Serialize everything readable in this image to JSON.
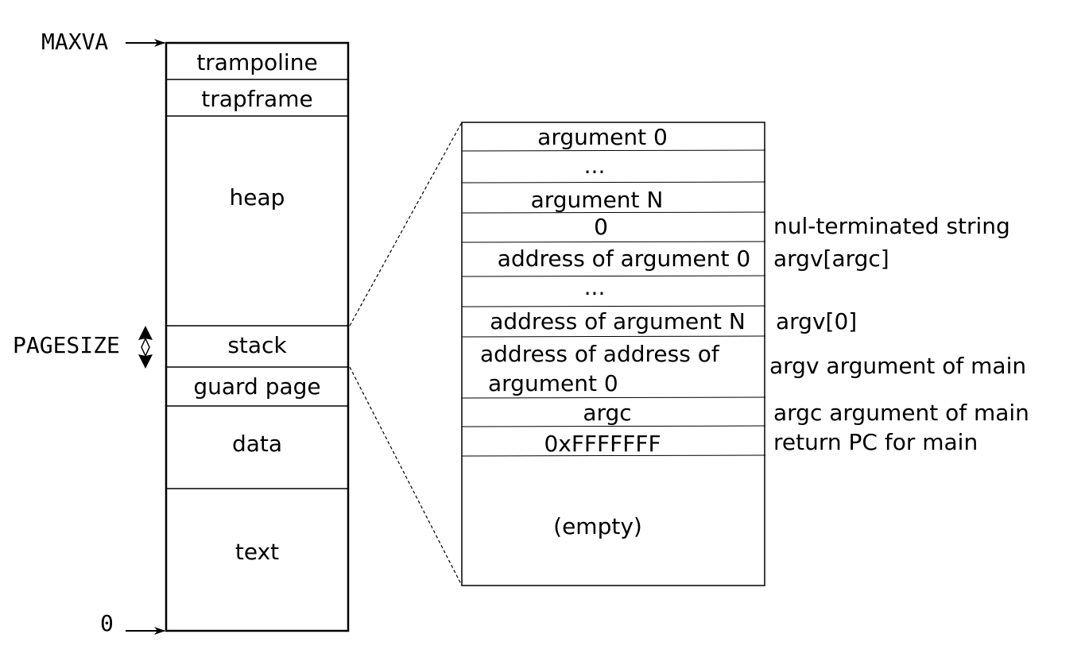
{
  "address_space": {
    "top_label": "MAXVA",
    "bottom_label": "0",
    "pagesize_label": "PAGESIZE",
    "segments": [
      {
        "id": "trampoline",
        "label": "trampoline"
      },
      {
        "id": "trapframe",
        "label": "trapframe"
      },
      {
        "id": "heap",
        "label": "heap"
      },
      {
        "id": "stack",
        "label": "stack"
      },
      {
        "id": "guard-page",
        "label": "guard page"
      },
      {
        "id": "data",
        "label": "data"
      },
      {
        "id": "text",
        "label": "text"
      }
    ]
  },
  "stack_detail": {
    "cells": [
      {
        "id": "argument-0",
        "lines": [
          "argument 0"
        ],
        "note": ""
      },
      {
        "id": "ellipsis-1",
        "lines": [
          "..."
        ],
        "note": ""
      },
      {
        "id": "argument-n",
        "lines": [
          "argument N"
        ],
        "note": ""
      },
      {
        "id": "zero",
        "lines": [
          "0"
        ],
        "note": "nul-terminated string"
      },
      {
        "id": "address-of-argument-0",
        "lines": [
          "address of argument 0"
        ],
        "note": "argv[argc]"
      },
      {
        "id": "ellipsis-2",
        "lines": [
          "..."
        ],
        "note": ""
      },
      {
        "id": "address-of-argument-n",
        "lines": [
          "address of argument N"
        ],
        "note": "argv[0]"
      },
      {
        "id": "address-of-address",
        "lines": [
          "address of address of",
          "argument 0"
        ],
        "note": "argv argument of main"
      },
      {
        "id": "argc",
        "lines": [
          "argc"
        ],
        "note": "argc argument of main"
      },
      {
        "id": "return-pc",
        "lines": [
          "0xFFFFFFF"
        ],
        "note": "return PC for main"
      },
      {
        "id": "empty",
        "lines": [
          "(empty)"
        ],
        "note": ""
      }
    ]
  }
}
